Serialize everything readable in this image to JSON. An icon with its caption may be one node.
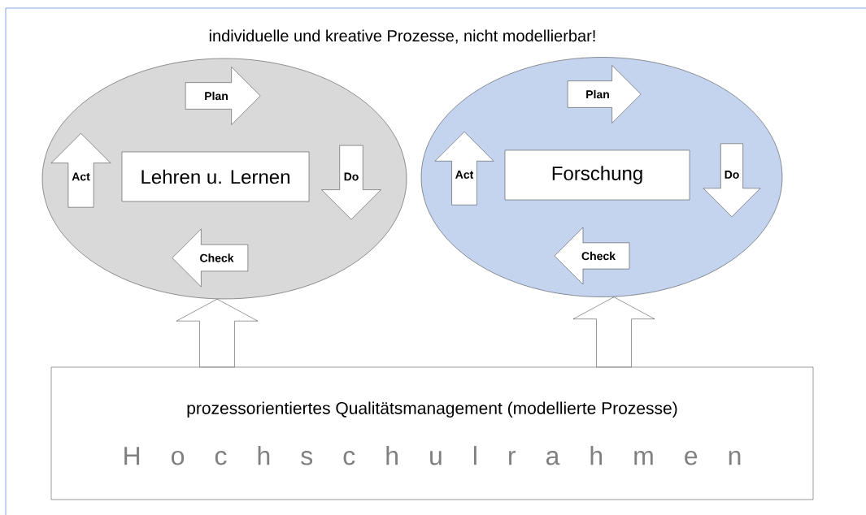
{
  "diagram": {
    "title": "individuelle und kreative Prozesse, nicht modellierbar!",
    "nodes": [
      {
        "text": [],
        "shape": "ellipse"
      },
      {
        "text": [
          "Plan"
        ],
        "in": 0
      },
      {
        "text": [
          "Act"
        ],
        "in": 0
      },
      {
        "text": [
          "Lehren u. Lernen"
        ],
        "in": 0
      },
      {
        "text": [
          "Do"
        ],
        "in": 0
      },
      {
        "text": [
          "Check"
        ],
        "in": 0
      },
      {
        "text": [],
        "shape": "ellipse"
      },
      {
        "text": [
          "Plan"
        ],
        "in": 6
      },
      {
        "text": [
          "Act"
        ],
        "in": 6
      },
      {
        "text": [
          "Forschung"
        ],
        "in": 6
      },
      {
        "text": [
          "Do"
        ],
        "in": 6
      },
      {
        "text": [
          "Check"
        ],
        "in": 6
      },
      {
        "text": [
          "prozessorientiertes Qualitätsmanagement (modellierte Prozesse)",
          "H o c h s c h u l r a h m e n"
        ]
      }
    ],
    "edges": [
      {
        "from": 12,
        "to": 0,
        "arrow": "to"
      },
      {
        "from": 12,
        "to": 6,
        "arrow": "to"
      }
    ]
  }
}
